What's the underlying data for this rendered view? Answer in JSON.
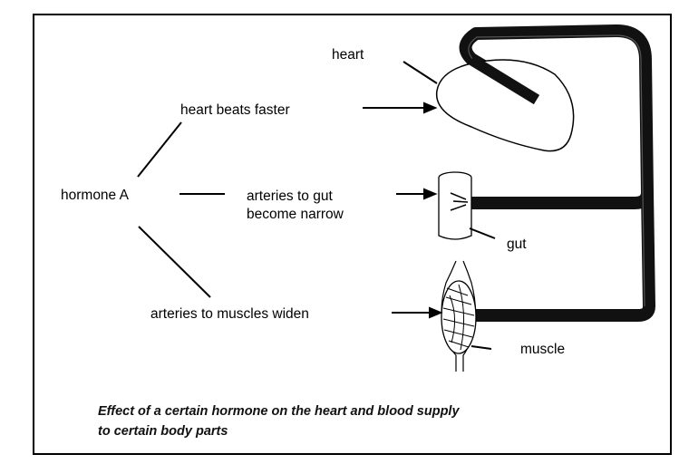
{
  "labels": {
    "heart": "heart",
    "heart_beats_faster": "heart beats faster",
    "hormone": "hormone A",
    "arteries_gut_line1": "arteries to gut",
    "arteries_gut_line2": "become narrow",
    "gut": "gut",
    "arteries_muscles": "arteries to muscles widen",
    "muscle": "muscle"
  },
  "caption": {
    "line1": "Effect of a certain hormone on the heart and blood supply",
    "line2": "to certain body parts"
  }
}
